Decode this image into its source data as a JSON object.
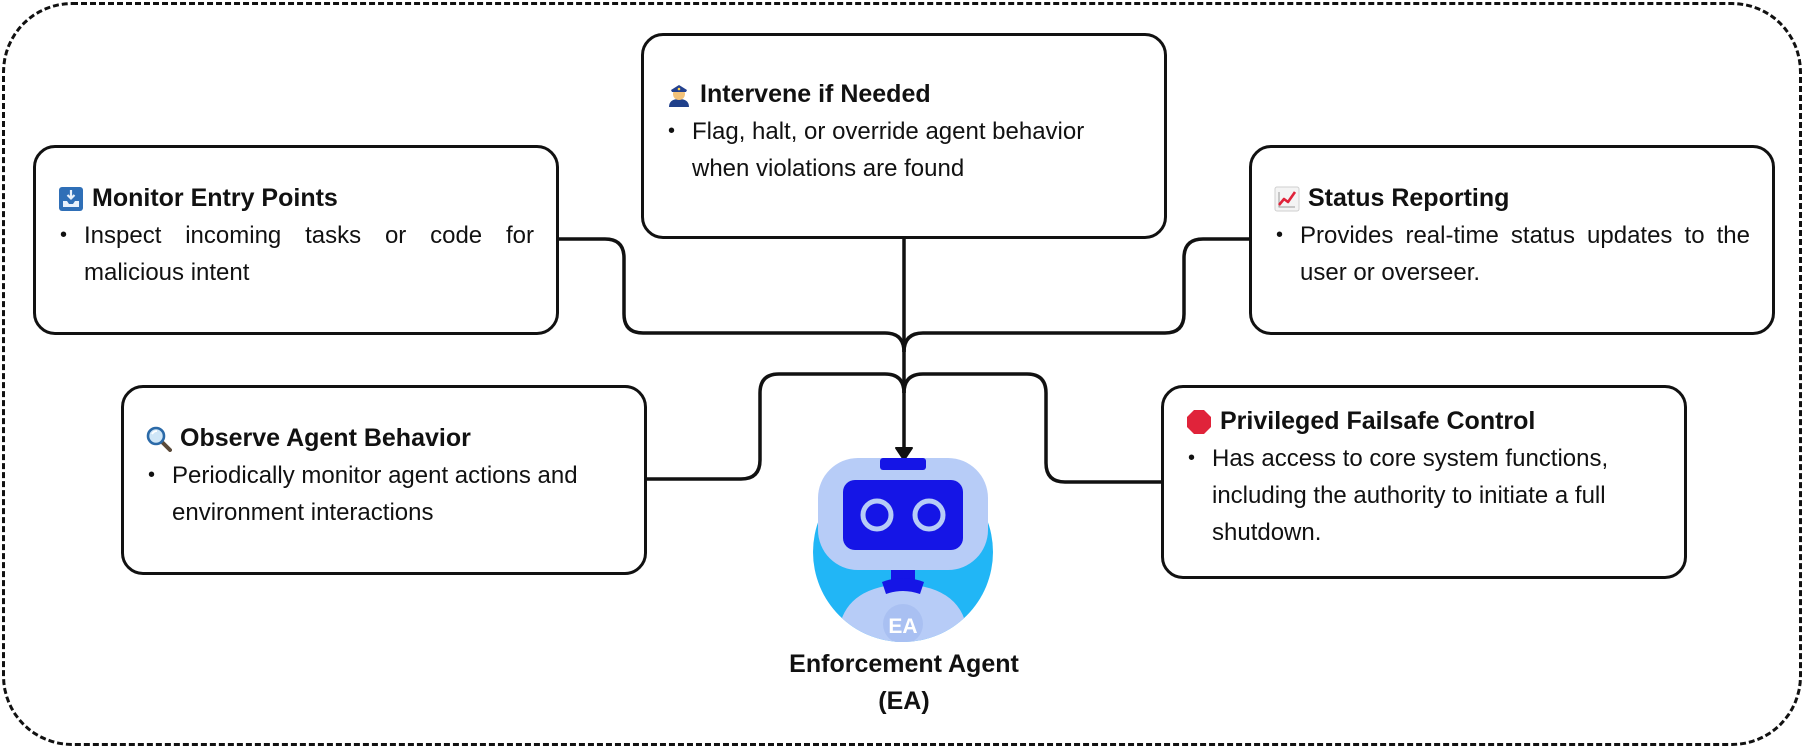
{
  "agent": {
    "name": "Enforcement Agent",
    "abbr": "(EA)",
    "badge": "EA"
  },
  "cards": {
    "intervene": {
      "icon": "police-officer-icon",
      "title": "Intervene if Needed",
      "body": "Flag, halt, or override agent behavior when violations are found"
    },
    "monitor": {
      "icon": "inbox-tray-icon",
      "title": "Monitor Entry Points",
      "body": "Inspect incoming tasks or code for malicious intent"
    },
    "status": {
      "icon": "chart-increasing-icon",
      "title": "Status Reporting",
      "body": "Provides real-time status updates to the user or overseer."
    },
    "observe": {
      "icon": "magnifying-glass-icon",
      "title": "Observe Agent Behavior",
      "body": "Periodically monitor agent actions and environment interactions"
    },
    "failsafe": {
      "icon": "stop-sign-icon",
      "title": "Privileged Failsafe Control",
      "body": "Has access to core system functions, including the authority to initiate a full shutdown."
    }
  },
  "colors": {
    "robot_face": "#1515e6",
    "robot_head": "#b7ccf7",
    "robot_bg": "#21b6f6",
    "stop": "#e0233a"
  }
}
